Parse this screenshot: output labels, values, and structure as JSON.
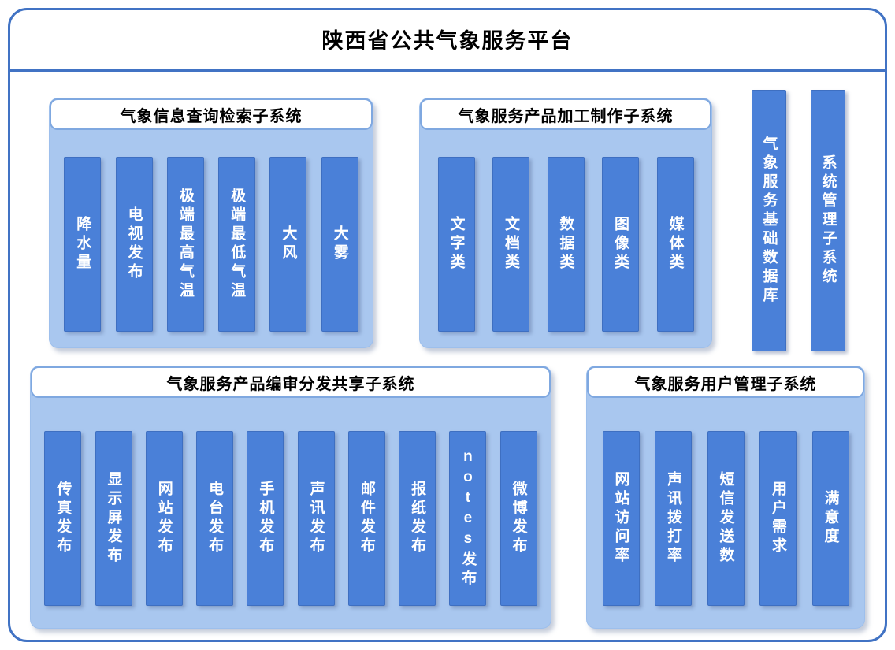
{
  "title": "陕西省公共气象服务平台",
  "panels": {
    "query": {
      "title": "气象信息查询检索子系统",
      "items": [
        "降水量",
        "电视发布",
        "极端最高气温",
        "极端最低气温",
        "大风",
        "大雾"
      ]
    },
    "processing": {
      "title": "气象服务产品加工制作子系统",
      "items": [
        "文字类",
        "文档类",
        "数据类",
        "图像类",
        "媒体类"
      ]
    },
    "distribution": {
      "title": "气象服务产品编审分发共享子系统",
      "items": [
        "传真发布",
        "显示屏发布",
        "网站发布",
        "电台发布",
        "手机发布",
        "声讯发布",
        "邮件发布",
        "报纸发布",
        "notes发布",
        "微博发布"
      ]
    },
    "users": {
      "title": "气象服务用户管理子系统",
      "items": [
        "网站访问率",
        "声讯拨打率",
        "短信发送数",
        "用户需求",
        "满意度"
      ]
    }
  },
  "side_bars": {
    "database": "气象服务基础数据库",
    "system": "系统管理子系统"
  },
  "colors": {
    "frame_blue": "#4173c4",
    "panel_bg": "#a9c7ef",
    "bar_blue": "#4a80d8",
    "bar_border": "#3e6fc1",
    "title_bar_border": "#7fa8e0"
  }
}
